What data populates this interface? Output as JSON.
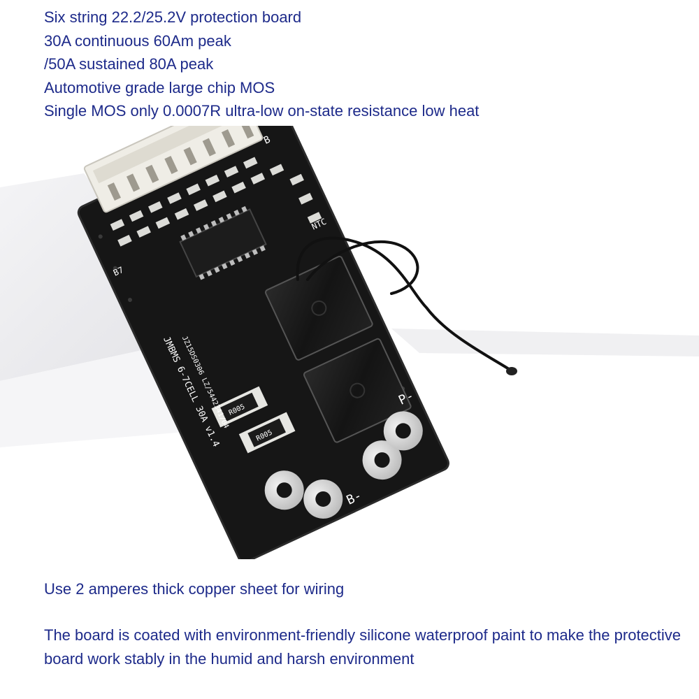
{
  "specs": [
    "Six string 22.2/25.2V protection board",
    "30A continuous 60Am peak",
    "/50A sustained 80A peak",
    "Automotive grade large chip MOS",
    "Single MOS only 0.0007R ultra-low on-state resistance low heat"
  ],
  "notes": {
    "wiring": "Use 2 amperes thick copper sheet for wiring",
    "coating": "The board is coated with environment-friendly silicone waterproof paint to make the protective board work stably in the humid and harsh environment"
  },
  "board": {
    "silkscreen": {
      "model": "JMBMS 6-7CELL 30A v1.4",
      "code": "JZ15DS0306 LZ/5442341/04",
      "pad_b_minus": "B-",
      "pad_p_minus": "P-",
      "header_b": "B",
      "header_ref": "B7",
      "ntc": "NTC",
      "resistor_1": "R005",
      "resistor_2": "R005"
    },
    "colors": {
      "pcb": "#161616",
      "pads": "#dcdcdc",
      "connector": "#efede6",
      "text": "#1d2a8a"
    }
  }
}
